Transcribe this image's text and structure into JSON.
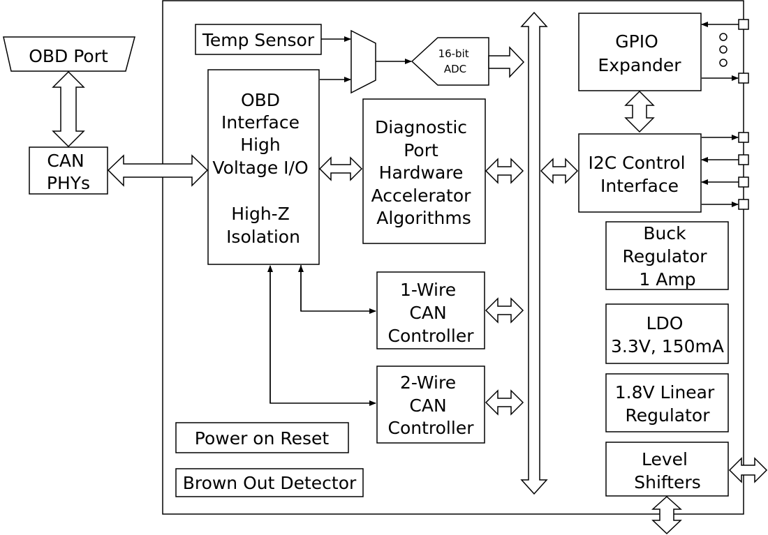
{
  "blocks": {
    "obd_port": "OBD Port",
    "can_phys": [
      "CAN",
      "PHYs"
    ],
    "temp_sensor": "Temp Sensor",
    "adc": [
      "16-bit",
      "ADC"
    ],
    "obd_interface": [
      "OBD",
      "Interface",
      "High",
      "Voltage I/O",
      "",
      "High-Z",
      "Isolation"
    ],
    "diagnostic_port": [
      "Diagnostic",
      "Port",
      "Hardware",
      "Accelerator",
      "Algorithms"
    ],
    "one_wire_can": [
      "1-Wire",
      "CAN",
      "Controller"
    ],
    "two_wire_can": [
      "2-Wire",
      "CAN",
      "Controller"
    ],
    "power_on_reset": "Power on Reset",
    "brown_out_detector": "Brown Out Detector",
    "gpio_expander": [
      "GPIO",
      "Expander"
    ],
    "i2c_control": [
      "I2C Control",
      "Interface"
    ],
    "buck_regulator": [
      "Buck",
      "Regulator",
      "1 Amp"
    ],
    "ldo": [
      "LDO",
      "3.3V, 150mA"
    ],
    "linear_regulator": [
      "1.8V Linear",
      "Regulator"
    ],
    "level_shifters": [
      "Level",
      "Shifters"
    ]
  }
}
